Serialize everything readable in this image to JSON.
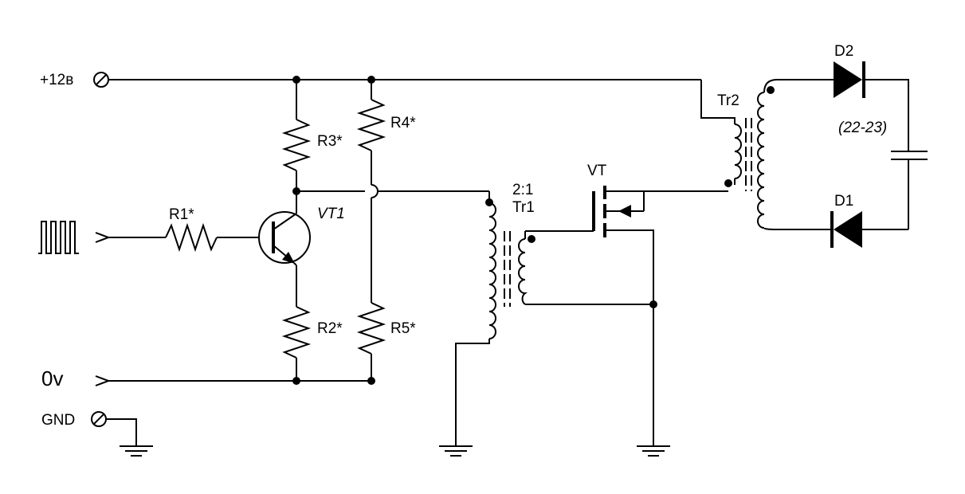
{
  "labels": {
    "supply": "+12в",
    "zero": "0v",
    "ground": "GND",
    "r1": "R1*",
    "r2": "R2*",
    "r3": "R3*",
    "r4": "R4*",
    "r5": "R5*",
    "vt1": "VT1",
    "ratio": "2:1",
    "tr1": "Tr1",
    "vt": "VT",
    "tr2": "Tr2",
    "d1": "D1",
    "d2": "D2",
    "cap_value": "(22-23)"
  }
}
